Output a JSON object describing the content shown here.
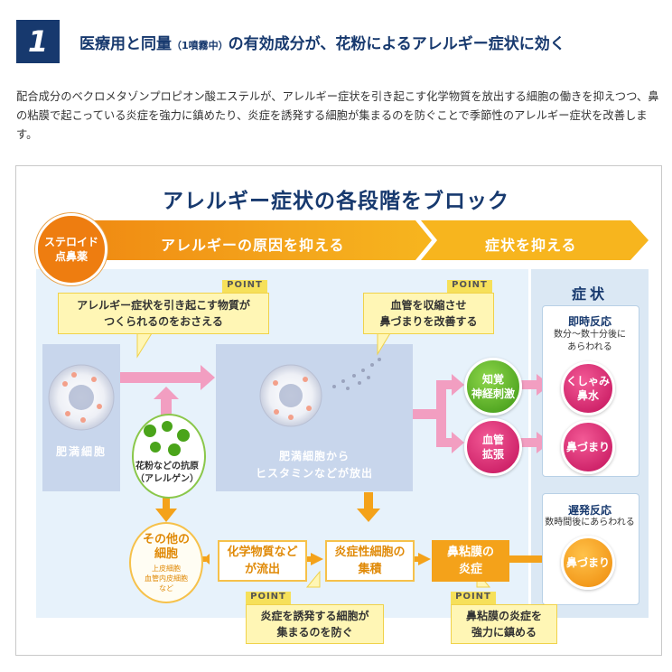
{
  "header": {
    "number": "1",
    "headline_part1": "医療用と同量",
    "headline_small": "（1噴霧中）",
    "headline_part2": "の有効成分が、花粉によるアレルギー症状に効く",
    "intro": "配合成分のベクロメタゾンプロピオン酸エステルが、アレルギー症状を引き起こす化学物質を放出する細胞の働きを抑えつつ、鼻の粘膜で起こっている炎症を強力に鎮めたり、炎症を誘発する細胞が集まるのを防ぐことで季節性のアレルギー症状を改善します。"
  },
  "diagram": {
    "title": "アレルギー症状の各段階をブロック",
    "steroid_badge": [
      "ステロイド",
      "点鼻薬"
    ],
    "band_left": "アレルギーの原因を抑える",
    "band_right": "症状を抑える",
    "point_label": "POINT",
    "point1": [
      "アレルギー症状を引き起こす物質が",
      "つくられるのをおさえる"
    ],
    "point2": [
      "血管を収縮させ",
      "鼻づまりを改善する"
    ],
    "point3": [
      "炎症を誘発する細胞が",
      "集まるのを防ぐ"
    ],
    "point4": [
      "鼻粘膜の炎症を",
      "強力に鎮める"
    ],
    "mast_cell_label": "肥満細胞",
    "allergen_label": [
      "花粉などの抗原",
      "（アレルゲン）"
    ],
    "release_label": [
      "肥満細胞から",
      "ヒスタミンなどが放出"
    ],
    "other_cells_title": [
      "その他の",
      "細胞"
    ],
    "other_cells_sub": [
      "上皮細胞",
      "血管内皮細胞",
      "など"
    ],
    "flow1": [
      "化学物質など",
      "が流出"
    ],
    "flow2": [
      "炎症性細胞の",
      "集積"
    ],
    "flow3": [
      "鼻粘膜の",
      "炎症"
    ],
    "nerve": [
      "知覚",
      "神経刺激"
    ],
    "vessel": [
      "血管",
      "拡張"
    ]
  },
  "symptoms": {
    "title": "症状",
    "immediate_title": "即時反応",
    "immediate_sub": [
      "数分～数十分後に",
      "あらわれる"
    ],
    "sneeze": [
      "くしゃみ",
      "鼻水"
    ],
    "congestion1": "鼻づまり",
    "delayed_title": "遅発反応",
    "delayed_sub": "数時間後にあらわれる",
    "congestion2": "鼻づまり"
  },
  "colors": {
    "navy": "#17396e",
    "orange": "#f4a21a",
    "green": "#56b01e",
    "magenta": "#d81b6a",
    "pink_arrow": "#f29ec1",
    "yellow_callout": "#fff6b5"
  }
}
